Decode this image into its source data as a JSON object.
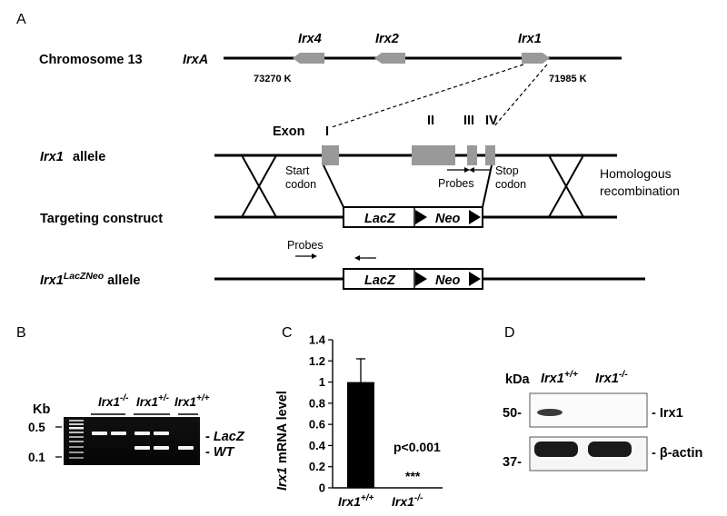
{
  "panels": {
    "A": {
      "letter": "A",
      "chromosome_label": "Chromosome 13",
      "cluster_label": "IrxA",
      "genes": [
        "Irx4",
        "Irx2",
        "Irx1"
      ],
      "coord_left": "73270 K",
      "coord_right": "71985 K",
      "exon_label": "Exon",
      "exons": [
        "I",
        "II",
        "III",
        "IV"
      ],
      "allele_label_gene": "Irx1",
      "allele_label_word": "allele",
      "start_codon": [
        "Start",
        "codon"
      ],
      "stop_codon": [
        "Stop",
        "codon"
      ],
      "probes_label": "Probes",
      "homologous": [
        "Homologous",
        "recombination"
      ],
      "targeting_construct": "Targeting construct",
      "lacz": "LacZ",
      "neo": "Neo",
      "lacz_allele_gene": "Irx1",
      "lacz_allele_sup": "LacZNeo",
      "lacz_allele_word": "allele",
      "probes_label2": "Probes"
    },
    "B": {
      "letter": "B",
      "unit": "Kb",
      "markers": [
        "0.5",
        "0.1"
      ],
      "genotypes": [
        {
          "base": "Irx1",
          "sup": "-/-"
        },
        {
          "base": "Irx1",
          "sup": "+/-"
        },
        {
          "base": "Irx1",
          "sup": "+/+"
        }
      ],
      "band_labels": [
        "- LacZ",
        "- WT"
      ]
    },
    "C": {
      "letter": "C",
      "annotation": "p<0.001",
      "significance": "***"
    },
    "D": {
      "letter": "D",
      "unit": "kDa",
      "genotypes": [
        {
          "base": "Irx1",
          "sup": "+/+"
        },
        {
          "base": "Irx1",
          "sup": "-/-"
        }
      ],
      "markers": [
        "50-",
        "37-"
      ],
      "bands": [
        "- Irx1",
        "- β-actin"
      ]
    }
  },
  "chart_data": {
    "type": "bar",
    "categories": [
      {
        "base": "Irx1",
        "sup": "+/+"
      },
      {
        "base": "Irx1",
        "sup": "-/-"
      }
    ],
    "values": [
      1.0,
      0.0
    ],
    "errors": [
      0.22,
      0.0
    ],
    "ylabel_gene": "Irx1",
    "ylabel_rest": " mRNA level",
    "ylim": [
      0,
      1.4
    ],
    "yticks": [
      "0",
      "0.2",
      "0.4",
      "0.6",
      "0.8",
      "1",
      "1.2",
      "1.4"
    ],
    "bar_color": "#000000",
    "grid": false
  }
}
